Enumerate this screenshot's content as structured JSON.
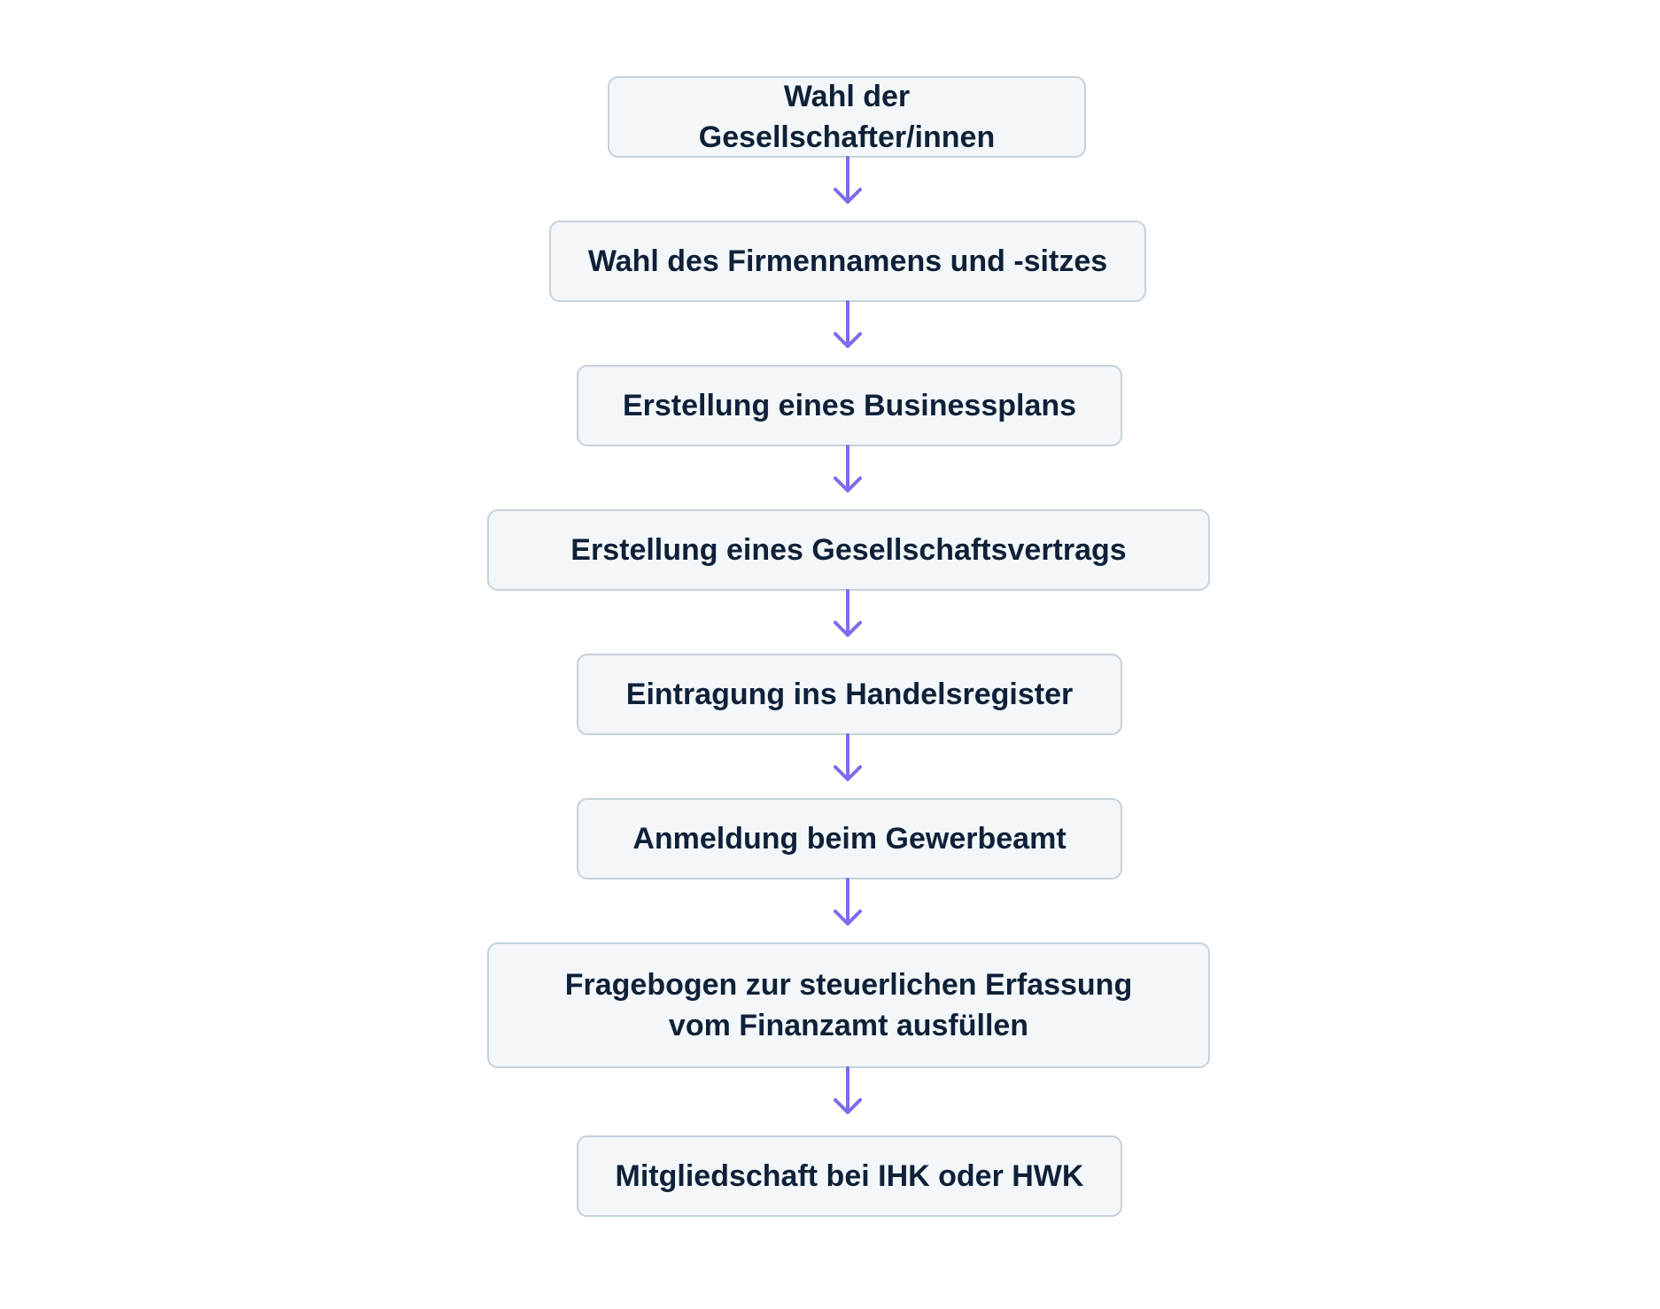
{
  "diagram": {
    "steps": [
      {
        "label": "Wahl der Gesellschafter/innen"
      },
      {
        "label": "Wahl des Firmennamens und -sitzes"
      },
      {
        "label": "Erstellung eines Businessplans"
      },
      {
        "label": "Erstellung eines Gesellschaftsvertrags"
      },
      {
        "label": "Eintragung ins Handelsregister"
      },
      {
        "label": "Anmeldung beim Gewerbeamt"
      },
      {
        "label": "Fragebogen zur steuerlichen Erfassung vom Finanzamt ausfüllen"
      },
      {
        "label": "Mitgliedschaft bei IHK oder HWK"
      }
    ],
    "colors": {
      "box_fill": "#f3f7fa",
      "box_border": "#c6d1db",
      "text": "#0f2138",
      "arrow": "#7b6cf0"
    },
    "arrow_icon": "arrow-down-icon"
  }
}
